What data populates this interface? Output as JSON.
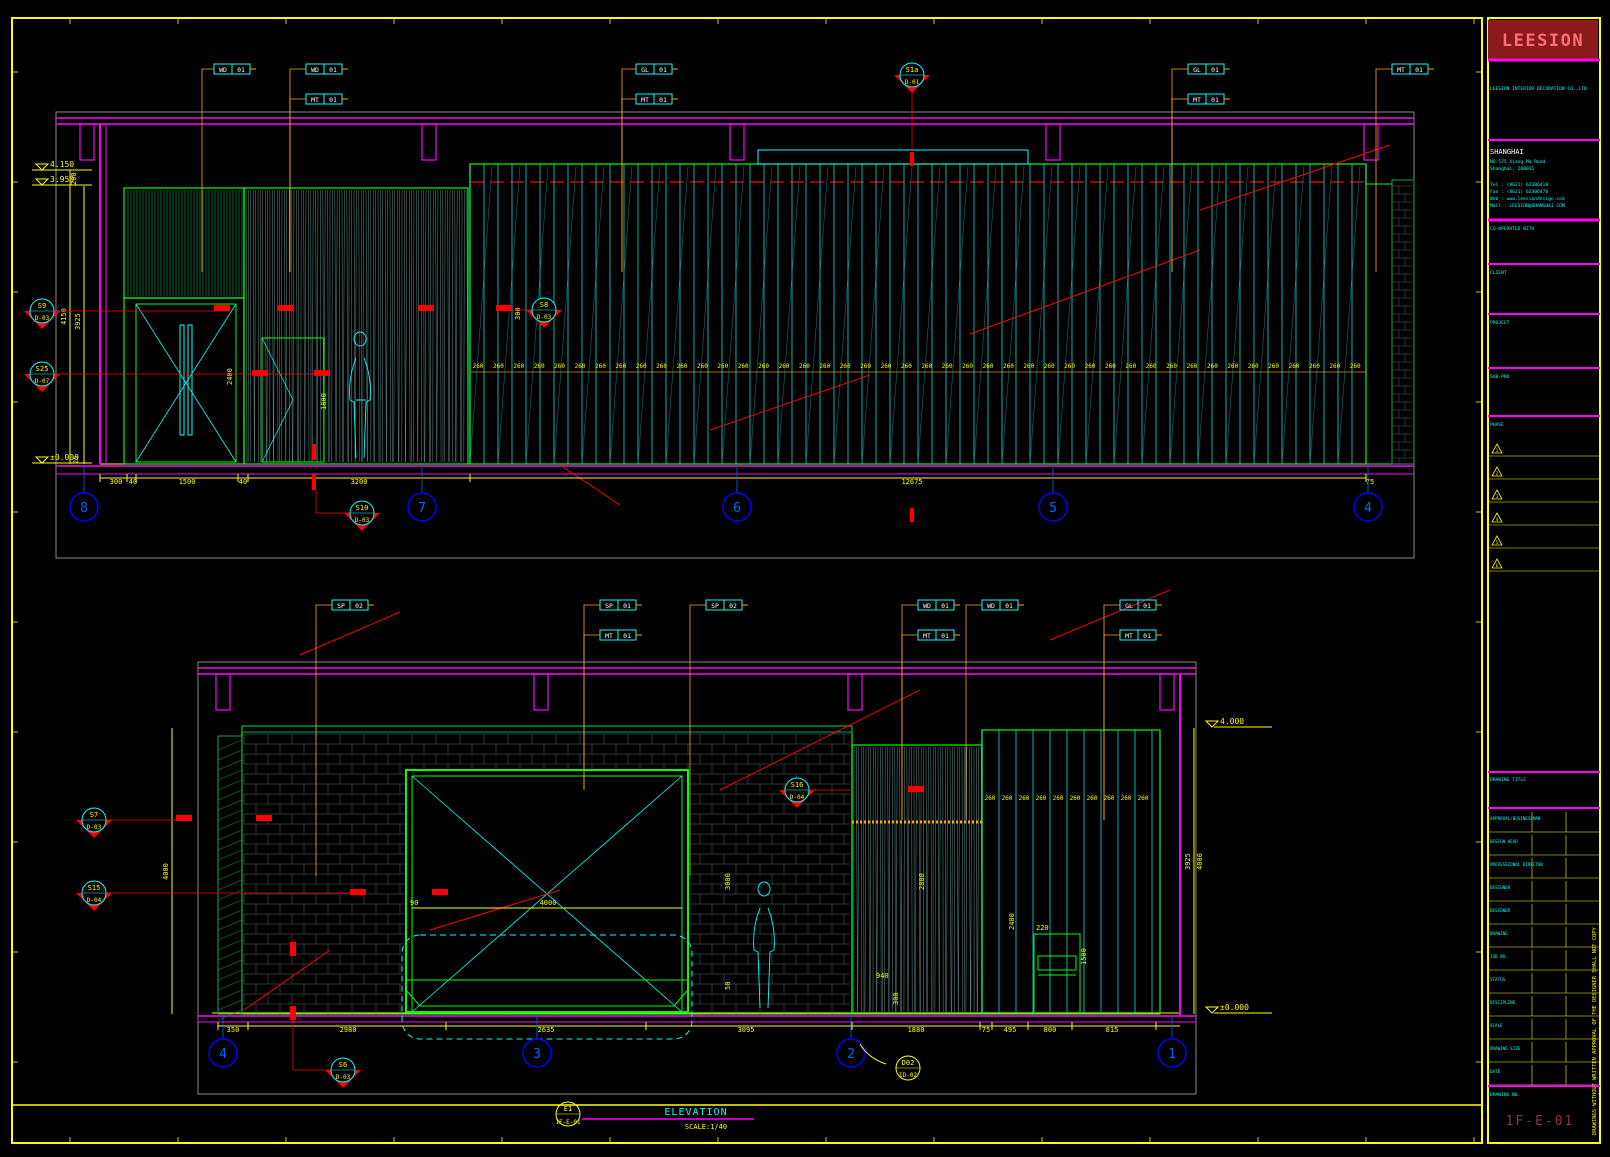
{
  "colors": {
    "background": "#000000",
    "frame": "#ffff00",
    "wall": "#00ff00",
    "dim": "#00ffff",
    "accent": "#ff00ff",
    "cut_marker": "#ff0000",
    "title_band": "#8b1a1a"
  },
  "upper_elevation": {
    "levels": [
      "4.150",
      "3.950",
      "±0.000"
    ],
    "grid_bubbles": [
      "8",
      "7",
      "6",
      "5",
      "4"
    ],
    "bottom_dims": [
      "300",
      "40",
      "1500",
      "40",
      "3200",
      "12675",
      "75"
    ],
    "vertical_dims": [
      "200",
      "4150",
      "3925",
      "2400",
      "1800",
      "300",
      "25"
    ],
    "panel_dim": "260",
    "sections": [
      {
        "id": "S9",
        "sheet": "D-03"
      },
      {
        "id": "S25",
        "sheet": "D-07"
      },
      {
        "id": "S8",
        "sheet": "D-03"
      },
      {
        "id": "S1a",
        "sheet": "D-01"
      },
      {
        "id": "S10",
        "sheet": "D-03"
      }
    ],
    "material_tags": [
      {
        "code": "WD",
        "num": "01"
      },
      {
        "code": "WD",
        "num": "01"
      },
      {
        "code": "MT",
        "num": "01"
      },
      {
        "code": "GL",
        "num": "01"
      },
      {
        "code": "MT",
        "num": "01"
      },
      {
        "code": "GL",
        "num": "01"
      },
      {
        "code": "MT",
        "num": "01"
      },
      {
        "code": "MT",
        "num": "01"
      }
    ]
  },
  "lower_elevation": {
    "levels": [
      "4.000",
      "±0.000"
    ],
    "grid_bubbles": [
      "4",
      "3",
      "2",
      "1"
    ],
    "bottom_dims": [
      "350",
      "2980",
      "2635",
      "3095",
      "1880",
      "75",
      "495",
      "800",
      "815"
    ],
    "vertical_dims": [
      "4000",
      "3000",
      "3925",
      "4000",
      "2800",
      "2400",
      "1500",
      "50",
      "300"
    ],
    "inner_dims": [
      "4000",
      "90",
      "940",
      "220",
      "260"
    ],
    "sections": [
      {
        "id": "S7",
        "sheet": "D-03"
      },
      {
        "id": "S15",
        "sheet": "D-04"
      },
      {
        "id": "S16",
        "sheet": "D-04"
      },
      {
        "id": "S6",
        "sheet": "D-03"
      }
    ],
    "detail": {
      "id": "D02",
      "sheet": "ID-02"
    },
    "material_tags": [
      {
        "code": "SP",
        "num": "02"
      },
      {
        "code": "SP",
        "num": "01"
      },
      {
        "code": "MT",
        "num": "01"
      },
      {
        "code": "SP",
        "num": "02"
      },
      {
        "code": "WD",
        "num": "01"
      },
      {
        "code": "MT",
        "num": "01"
      },
      {
        "code": "WD",
        "num": "01"
      },
      {
        "code": "GL",
        "num": "01"
      },
      {
        "code": "MT",
        "num": "01"
      }
    ]
  },
  "drawing_title": {
    "bubble_id": "E1",
    "bubble_sheet": "1F-E-01",
    "title": "ELEVATION",
    "scale": "SCALE:1/40"
  },
  "title_block": {
    "brand": "LEESION",
    "company_en": "LEESION INTERIOR DECORATION CO.,LTD",
    "office": "SHANGHAI",
    "address": "NO.575 Xiang Ma Road",
    "city": "Shanghai, 200031",
    "tel": "Tel : (8621) 62306418",
    "fax": "Fax : (8621) 62306470",
    "web": "Web : www.leesiondesign.com",
    "mail": "Mail : LEESION@SHANGHAI.COM",
    "rows": [
      "CO-OPERATED WITH",
      "CLIENT",
      "PROJECT",
      "SUB-PRO",
      "PHASE"
    ],
    "revision_marks": [
      "1",
      "2",
      "3",
      "4",
      "5",
      "6"
    ],
    "drawing_title_label": "DRAWING TITLE",
    "signoff_rows": [
      "APPROVAL/BUSINESSMAN",
      "DESIGN HEAD",
      "PROFESSIONAL DIRECTOR",
      "DESIGNER",
      "DESIGNER",
      "DRAWING",
      "JOB NO.",
      "STATUS",
      "DISCIPLINE",
      "SCALE",
      "DRAWING SIZE",
      "DATE"
    ],
    "drawing_no_label": "DRAWING NO.",
    "drawing_no": "1F-E-01",
    "side_note": "DRAWINGS WITHOUT WRITTEN APPROVAL OF THE DESIGNER SHALL NOT COPY"
  }
}
